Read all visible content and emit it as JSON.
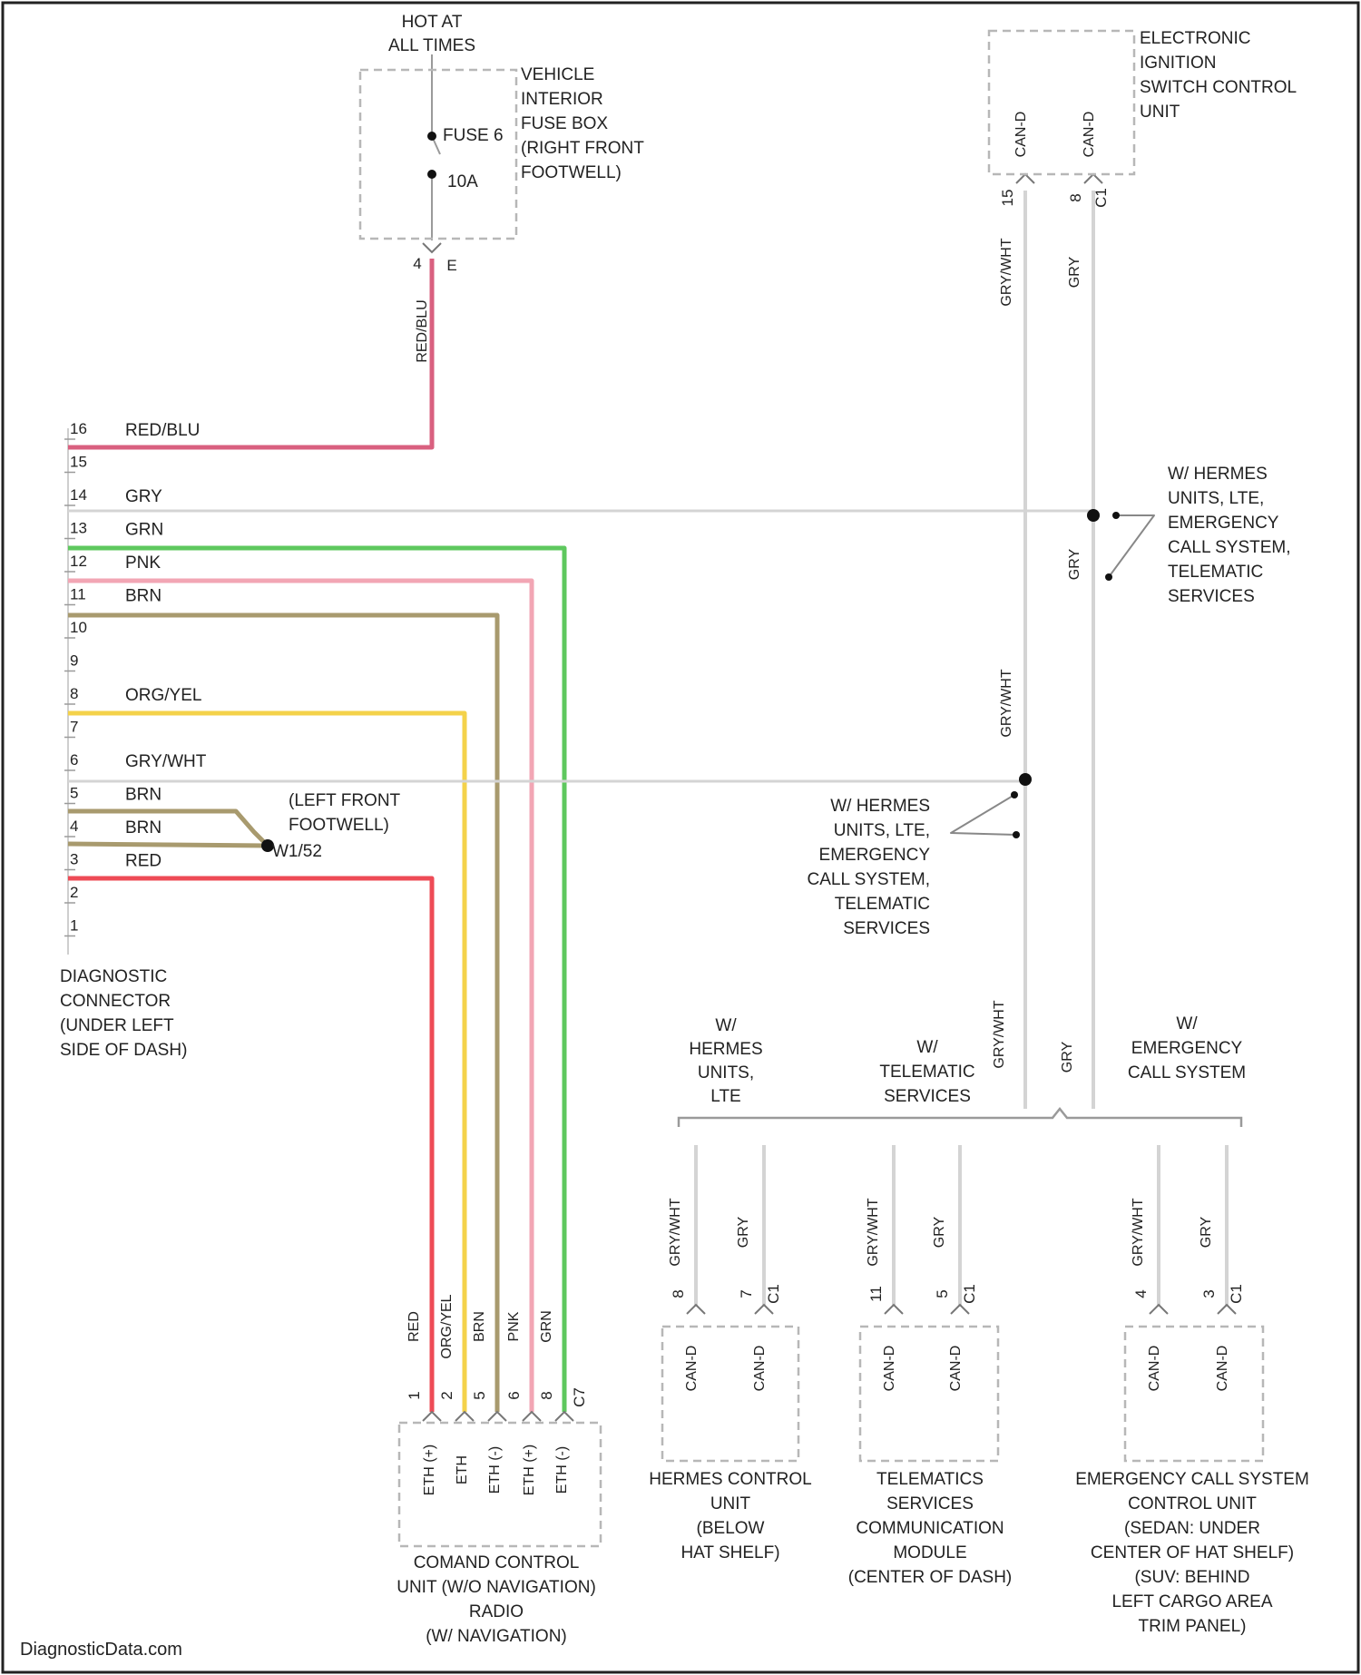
{
  "diagram": {
    "hot_at_all_times": [
      "HOT AT",
      "ALL TIMES"
    ],
    "fuse_box": {
      "label": [
        "VEHICLE",
        "INTERIOR",
        "FUSE BOX",
        "(RIGHT FRONT",
        "FOOTWELL)"
      ],
      "fuse": "FUSE 6",
      "amps": "10A",
      "pin_left": "4",
      "pin_right": "E"
    },
    "ignition_unit": {
      "label": [
        "ELECTRONIC",
        "IGNITION",
        "SWITCH CONTROL",
        "UNIT"
      ],
      "pins": [
        {
          "signal": "CAN-D",
          "num": "15",
          "conn": "",
          "wire": "GRY/WHT"
        },
        {
          "signal": "CAN-D",
          "num": "8",
          "conn": "C1",
          "wire": "GRY"
        }
      ]
    },
    "red_blu_vertical": "RED/BLU",
    "diag_connector": {
      "label": [
        "DIAGNOSTIC",
        "CONNECTOR",
        "(UNDER LEFT",
        "SIDE OF DASH)"
      ],
      "pins": [
        {
          "num": "16",
          "wire": "RED/BLU"
        },
        {
          "num": "15",
          "wire": ""
        },
        {
          "num": "14",
          "wire": "GRY"
        },
        {
          "num": "13",
          "wire": "GRN"
        },
        {
          "num": "12",
          "wire": "PNK"
        },
        {
          "num": "11",
          "wire": "BRN"
        },
        {
          "num": "10",
          "wire": ""
        },
        {
          "num": "9",
          "wire": ""
        },
        {
          "num": "8",
          "wire": "ORG/YEL"
        },
        {
          "num": "7",
          "wire": ""
        },
        {
          "num": "6",
          "wire": "GRY/WHT"
        },
        {
          "num": "5",
          "wire": "BRN"
        },
        {
          "num": "4",
          "wire": "BRN"
        },
        {
          "num": "3",
          "wire": "RED"
        },
        {
          "num": "2",
          "wire": ""
        },
        {
          "num": "1",
          "wire": ""
        }
      ]
    },
    "ground": {
      "label": [
        "(LEFT FRONT",
        "FOOTWELL)"
      ],
      "id": "W1/52"
    },
    "option_upper": [
      "W/ HERMES",
      "UNITS, LTE,",
      "EMERGENCY",
      "CALL SYSTEM,",
      "TELEMATIC",
      "SERVICES"
    ],
    "option_lower": [
      "W/ HERMES",
      "UNITS, LTE,",
      "EMERGENCY",
      "CALL SYSTEM,",
      "TELEMATIC",
      "SERVICES"
    ],
    "wire_gry_mid": "GRY",
    "wire_grywht_mid": "GRY/WHT",
    "wire_grywht_low": "GRY/WHT",
    "wire_gry_low": "GRY",
    "branch_hermes": [
      "W/",
      "HERMES",
      "UNITS,",
      "LTE"
    ],
    "branch_telematic": [
      "W/",
      "TELEMATIC",
      "SERVICES"
    ],
    "branch_emergency": [
      "W/",
      "EMERGENCY",
      "CALL SYSTEM"
    ],
    "command_unit": {
      "label": [
        "COMAND CONTROL",
        "UNIT (W/O NAVIGATION)",
        "RADIO",
        "(W/ NAVIGATION)"
      ],
      "pins": [
        {
          "wire": "RED",
          "num": "1",
          "signal": "ETH (+)",
          "conn": ""
        },
        {
          "wire": "ORG/YEL",
          "num": "2",
          "signal": "ETH",
          "conn": ""
        },
        {
          "wire": "BRN",
          "num": "5",
          "signal": "ETH (-)",
          "conn": ""
        },
        {
          "wire": "PNK",
          "num": "6",
          "signal": "ETH (+)",
          "conn": ""
        },
        {
          "wire": "GRN",
          "num": "8",
          "signal": "ETH (-)",
          "conn": "C7"
        }
      ]
    },
    "modules": [
      {
        "label": [
          "HERMES CONTROL",
          "UNIT",
          "(BELOW",
          "HAT SHELF)"
        ],
        "pins": [
          {
            "wire": "GRY/WHT",
            "num": "8",
            "conn": "",
            "signal": "CAN-D"
          },
          {
            "wire": "GRY",
            "num": "7",
            "conn": "C1",
            "signal": "CAN-D"
          }
        ]
      },
      {
        "label": [
          "TELEMATICS",
          "SERVICES",
          "COMMUNICATION",
          "MODULE",
          "(CENTER OF DASH)"
        ],
        "pins": [
          {
            "wire": "GRY/WHT",
            "num": "11",
            "conn": "",
            "signal": "CAN-D"
          },
          {
            "wire": "GRY",
            "num": "5",
            "conn": "C1",
            "signal": "CAN-D"
          }
        ]
      },
      {
        "label": [
          "EMERGENCY CALL SYSTEM",
          "CONTROL UNIT",
          "(SEDAN: UNDER",
          "CENTER OF HAT SHELF)",
          "(SUV: BEHIND",
          "LEFT CARGO AREA",
          "TRIM PANEL)"
        ],
        "pins": [
          {
            "wire": "GRY/WHT",
            "num": "4",
            "conn": "",
            "signal": "CAN-D"
          },
          {
            "wire": "GRY",
            "num": "3",
            "conn": "C1",
            "signal": "CAN-D"
          }
        ]
      }
    ],
    "watermark": "DiagnosticData.com"
  },
  "colors": {
    "red_blu": "#d9607f",
    "gry": "#d4d4d4",
    "grn": "#5ec85e",
    "pnk": "#f2a6b4",
    "brn": "#a89a6e",
    "org_yel": "#f4d24a",
    "red": "#ee4b56",
    "box_dash": "#b7b7b7",
    "text": "#222222"
  }
}
